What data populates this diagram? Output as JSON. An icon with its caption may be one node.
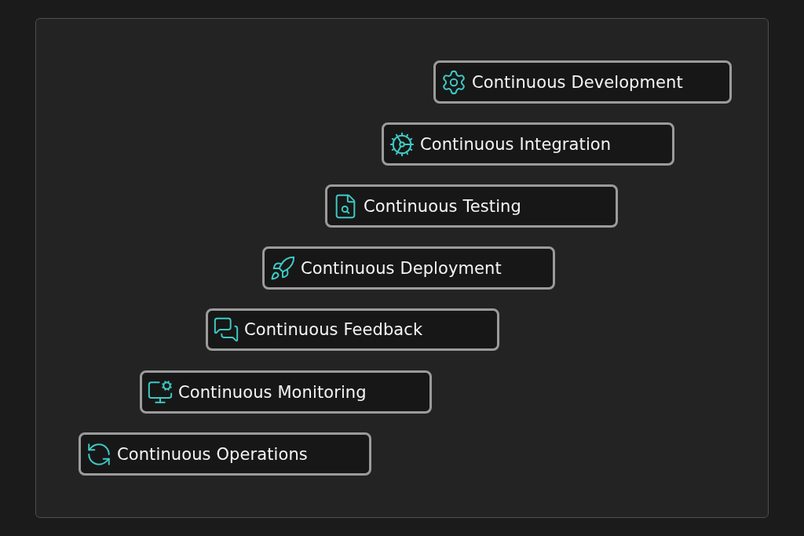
{
  "diagram": {
    "nodes": [
      {
        "text": [
          "Continuous Development"
        ]
      },
      {
        "text": [
          "Continuous Integration"
        ]
      },
      {
        "text": [
          "Continuous Testing"
        ]
      },
      {
        "text": [
          "Continuous Deployment"
        ]
      },
      {
        "text": [
          "Continuous Feedback"
        ]
      },
      {
        "text": [
          "Continuous Monitoring"
        ]
      },
      {
        "text": [
          "Continuous Operations"
        ]
      }
    ]
  }
}
